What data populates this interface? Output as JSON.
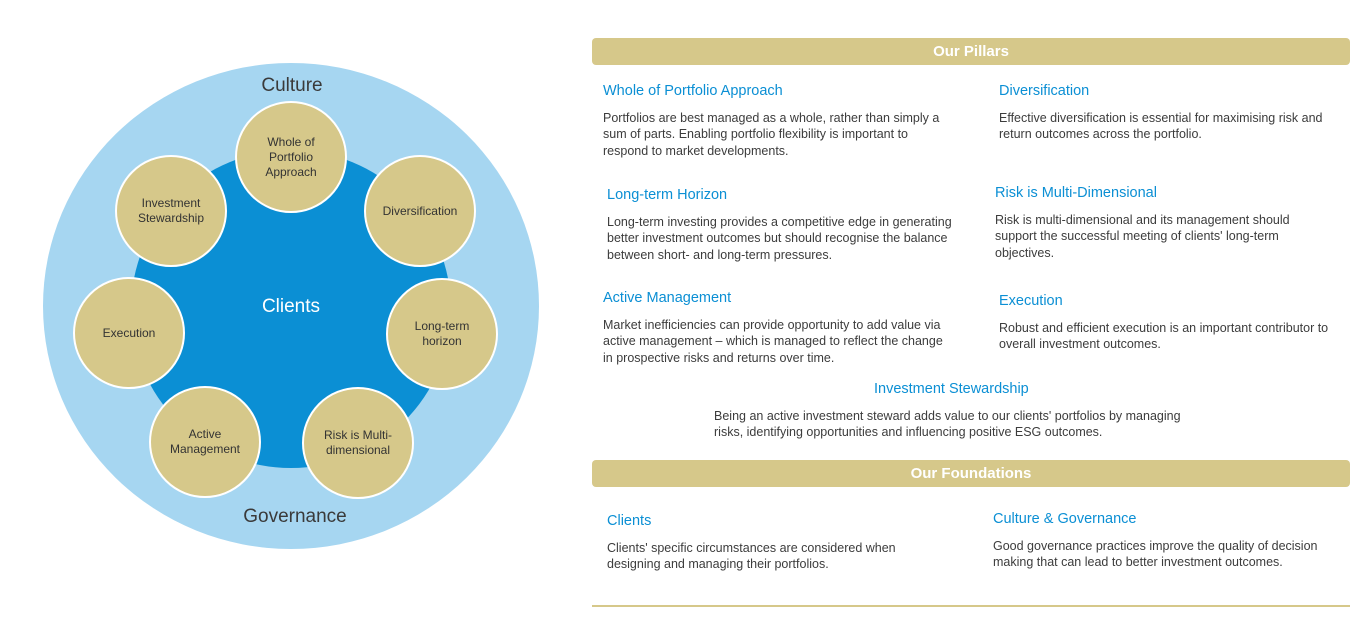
{
  "diagram": {
    "outer_top_label": "Culture",
    "outer_bottom_label": "Governance",
    "center_label": "Clients",
    "nodes": [
      "Whole of\nPortfolio\nApproach",
      "Diversification",
      "Long-term\nhorizon",
      "Risk is Multi-\ndimensional",
      "Active\nManagement",
      "Execution",
      "Investment\nStewardship"
    ],
    "colors": {
      "outer": "#a6d6f1",
      "inner": "#0b8fd4",
      "node": "#d6c88a"
    }
  },
  "pillars": {
    "header": "Our Pillars",
    "items": [
      {
        "title": "Whole of Portfolio Approach",
        "text": "Portfolios are best managed as a whole, rather than simply a sum of parts. Enabling portfolio flexibility is important to respond to market developments."
      },
      {
        "title": "Diversification",
        "text": "Effective diversification is essential for maximising risk and return outcomes across the portfolio."
      },
      {
        "title": "Long-term Horizon",
        "text": "Long-term investing provides a competitive edge in generating better investment outcomes but should recognise the balance between short- and long-term pressures."
      },
      {
        "title": "Risk is Multi-Dimensional",
        "text": "Risk is multi-dimensional and its management should support the successful meeting of clients' long-term objectives."
      },
      {
        "title": "Active Management",
        "text": "Market inefficiencies can provide opportunity to add value via active management – which is managed to reflect the change in prospective risks and returns over time."
      },
      {
        "title": "Execution",
        "text": "Robust and efficient execution is an important contributor to overall investment outcomes."
      },
      {
        "title": "Investment Stewardship",
        "text": "Being an active investment steward adds value to our clients' portfolios by managing risks, identifying opportunities and influencing positive ESG outcomes."
      }
    ]
  },
  "foundations": {
    "header": "Our Foundations",
    "items": [
      {
        "title": "Clients",
        "text": "Clients' specific circumstances are considered when designing and managing their portfolios."
      },
      {
        "title": "Culture & Governance",
        "text": "Good governance practices improve the quality of decision making that can lead to better investment outcomes."
      }
    ]
  }
}
